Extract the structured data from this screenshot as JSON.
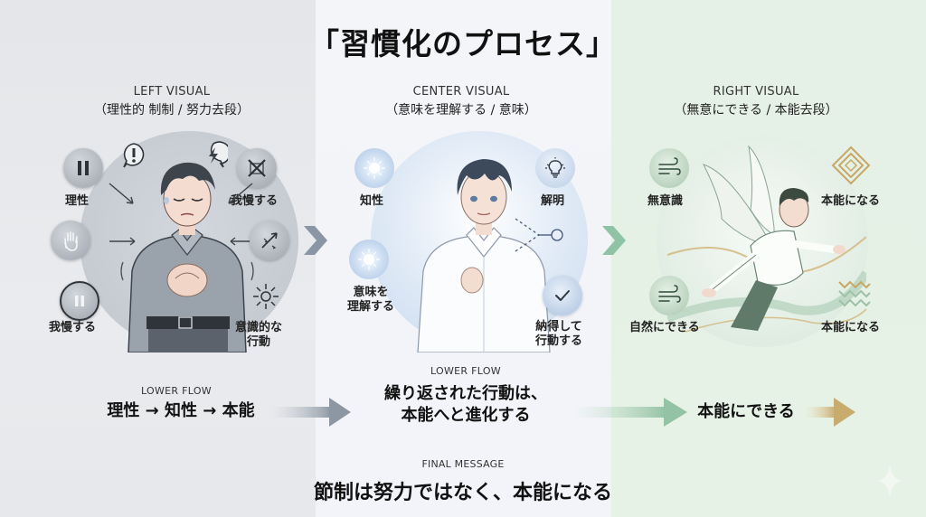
{
  "title": "「習慣化のプロセス」",
  "columns": [
    {
      "id": "left",
      "heading_en": "LEFT VISUAL",
      "heading_jp": "（理性的 制制 / 努力去段）",
      "labels": [
        "理性",
        "我慢する",
        "我慢する",
        "意識的な\n行動"
      ],
      "icons": [
        "pause-icon",
        "exclamation-bubble-icon",
        "lightning-bubble-icon",
        "crossed-box-icon",
        "hand-stop-icon",
        "broken-arrow-icon",
        "pause-circle-icon",
        "sun-icon"
      ]
    },
    {
      "id": "center",
      "heading_en": "CENTER VISUAL",
      "heading_jp": "（意味を理解する / 意味）",
      "labels": [
        "知性",
        "解明",
        "意味を\n理解する",
        "納得して\n行動する"
      ],
      "icons": [
        "glow-sun-icon",
        "lightbulb-icon",
        "glow-sun-icon",
        "connector-icon",
        "checkmark-icon"
      ]
    },
    {
      "id": "right",
      "heading_en": "RIGHT VISUAL",
      "heading_jp": "（無意にできる / 本能去段）",
      "labels": [
        "無意識",
        "本能になる",
        "自然にできる",
        "本能になる"
      ],
      "icons": [
        "wind-icon",
        "diamond-icon",
        "wind-icon",
        "zigzag-icon"
      ]
    }
  ],
  "lower_flow": {
    "left_en": "LOWER FLOW",
    "left_jp": "理性 → 知性 → 本能",
    "center_en": "LOWER FLOW",
    "center_jp_line1": "繰り返された行動は、",
    "center_jp_line2": "本能へと進化する",
    "right_jp": "本能にできる"
  },
  "final_message": {
    "en": "FINAL MESSAGE",
    "jp": "節制は努力ではなく、本能になる"
  },
  "colors": {
    "left_bg": "#e6e8eb",
    "center_bg": "#f3f5f9",
    "right_bg": "#e5f1e6",
    "chevron_gray": "#8a96a6",
    "chevron_green": "#8fc3a6",
    "arrow_gold": "#c8ab6e"
  }
}
